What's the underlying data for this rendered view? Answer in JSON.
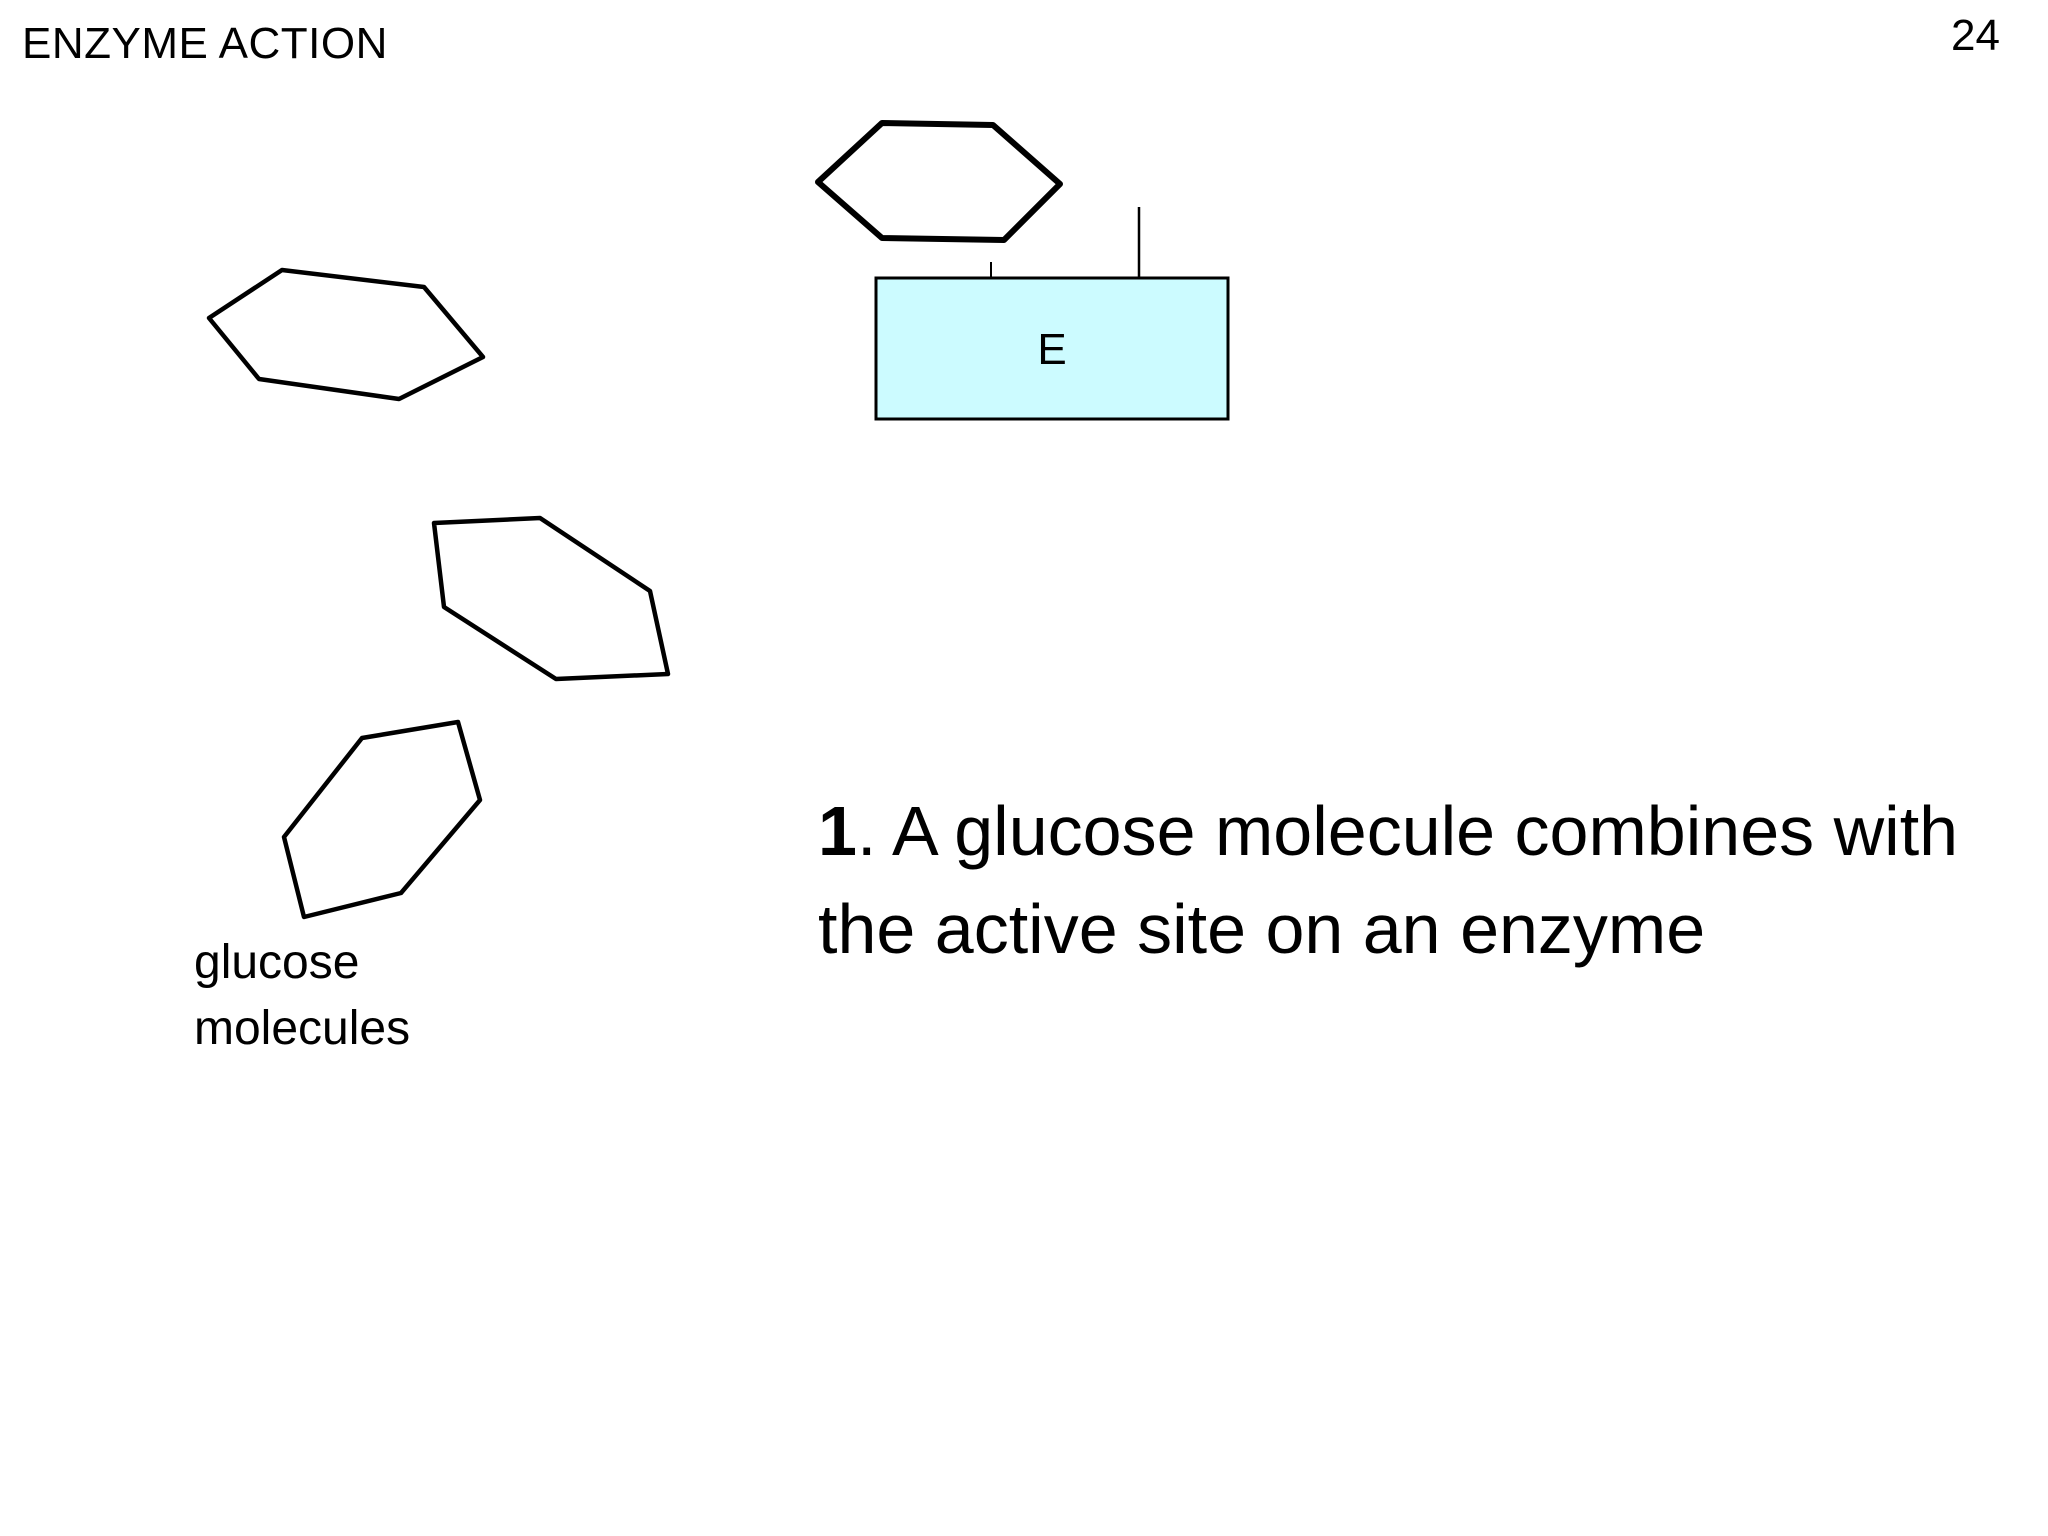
{
  "slide": {
    "title": "ENZYME ACTION",
    "page_number": "24"
  },
  "diagram": {
    "enzyme": {
      "label": "E",
      "fill_color": "#ccfbff",
      "stroke_color": "#000000"
    },
    "glucose_label": {
      "line1": "glucose",
      "line2": "molecules"
    }
  },
  "caption": {
    "step_number": "1",
    "text": ". A glucose molecule combines with the active site on an  enzyme"
  }
}
